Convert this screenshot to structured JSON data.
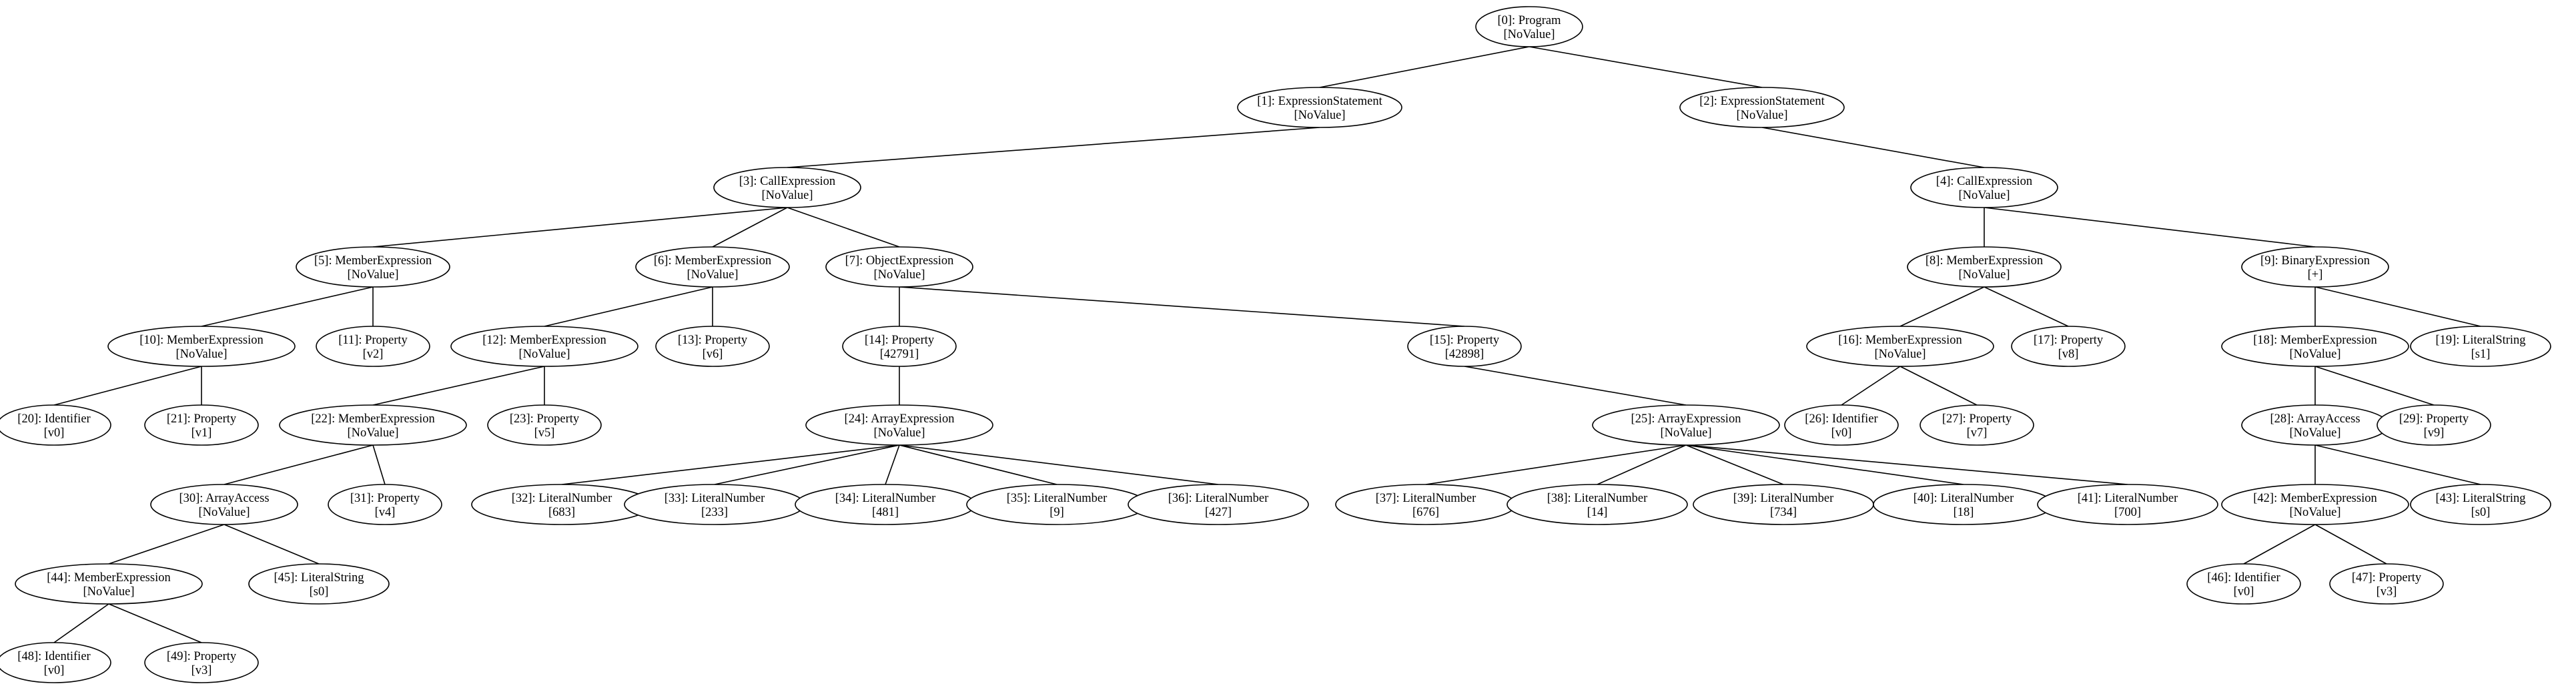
{
  "tree": {
    "nodes": [
      {
        "id": 0,
        "type": "Program",
        "value": "NoValue"
      },
      {
        "id": 1,
        "type": "ExpressionStatement",
        "value": "NoValue"
      },
      {
        "id": 2,
        "type": "ExpressionStatement",
        "value": "NoValue"
      },
      {
        "id": 3,
        "type": "CallExpression",
        "value": "NoValue"
      },
      {
        "id": 4,
        "type": "CallExpression",
        "value": "NoValue"
      },
      {
        "id": 5,
        "type": "MemberExpression",
        "value": "NoValue"
      },
      {
        "id": 6,
        "type": "MemberExpression",
        "value": "NoValue"
      },
      {
        "id": 7,
        "type": "ObjectExpression",
        "value": "NoValue"
      },
      {
        "id": 8,
        "type": "MemberExpression",
        "value": "NoValue"
      },
      {
        "id": 9,
        "type": "BinaryExpression",
        "value": "+"
      },
      {
        "id": 10,
        "type": "MemberExpression",
        "value": "NoValue"
      },
      {
        "id": 11,
        "type": "Property",
        "value": "v2"
      },
      {
        "id": 12,
        "type": "MemberExpression",
        "value": "NoValue"
      },
      {
        "id": 13,
        "type": "Property",
        "value": "v6"
      },
      {
        "id": 14,
        "type": "Property",
        "value": "42791"
      },
      {
        "id": 15,
        "type": "Property",
        "value": "42898"
      },
      {
        "id": 16,
        "type": "MemberExpression",
        "value": "NoValue"
      },
      {
        "id": 17,
        "type": "Property",
        "value": "v8"
      },
      {
        "id": 18,
        "type": "MemberExpression",
        "value": "NoValue"
      },
      {
        "id": 19,
        "type": "LiteralString",
        "value": "s1"
      },
      {
        "id": 20,
        "type": "Identifier",
        "value": "v0"
      },
      {
        "id": 21,
        "type": "Property",
        "value": "v1"
      },
      {
        "id": 22,
        "type": "MemberExpression",
        "value": "NoValue"
      },
      {
        "id": 23,
        "type": "Property",
        "value": "v5"
      },
      {
        "id": 24,
        "type": "ArrayExpression",
        "value": "NoValue"
      },
      {
        "id": 25,
        "type": "ArrayExpression",
        "value": "NoValue"
      },
      {
        "id": 26,
        "type": "Identifier",
        "value": "v0"
      },
      {
        "id": 27,
        "type": "Property",
        "value": "v7"
      },
      {
        "id": 28,
        "type": "ArrayAccess",
        "value": "NoValue"
      },
      {
        "id": 29,
        "type": "Property",
        "value": "v9"
      },
      {
        "id": 30,
        "type": "ArrayAccess",
        "value": "NoValue"
      },
      {
        "id": 31,
        "type": "Property",
        "value": "v4"
      },
      {
        "id": 32,
        "type": "LiteralNumber",
        "value": "683"
      },
      {
        "id": 33,
        "type": "LiteralNumber",
        "value": "233"
      },
      {
        "id": 34,
        "type": "LiteralNumber",
        "value": "481"
      },
      {
        "id": 35,
        "type": "LiteralNumber",
        "value": "9"
      },
      {
        "id": 36,
        "type": "LiteralNumber",
        "value": "427"
      },
      {
        "id": 37,
        "type": "LiteralNumber",
        "value": "676"
      },
      {
        "id": 38,
        "type": "LiteralNumber",
        "value": "14"
      },
      {
        "id": 39,
        "type": "LiteralNumber",
        "value": "734"
      },
      {
        "id": 40,
        "type": "LiteralNumber",
        "value": "18"
      },
      {
        "id": 41,
        "type": "LiteralNumber",
        "value": "700"
      },
      {
        "id": 42,
        "type": "MemberExpression",
        "value": "NoValue"
      },
      {
        "id": 43,
        "type": "LiteralString",
        "value": "s0"
      },
      {
        "id": 44,
        "type": "MemberExpression",
        "value": "NoValue"
      },
      {
        "id": 45,
        "type": "LiteralString",
        "value": "s0"
      },
      {
        "id": 46,
        "type": "Identifier",
        "value": "v0"
      },
      {
        "id": 47,
        "type": "Property",
        "value": "v3"
      },
      {
        "id": 48,
        "type": "Identifier",
        "value": "v0"
      },
      {
        "id": 49,
        "type": "Property",
        "value": "v3"
      }
    ],
    "edges": [
      [
        0,
        1
      ],
      [
        0,
        2
      ],
      [
        1,
        3
      ],
      [
        2,
        4
      ],
      [
        3,
        5
      ],
      [
        3,
        6
      ],
      [
        3,
        7
      ],
      [
        4,
        8
      ],
      [
        4,
        9
      ],
      [
        5,
        10
      ],
      [
        5,
        11
      ],
      [
        6,
        12
      ],
      [
        6,
        13
      ],
      [
        7,
        14
      ],
      [
        7,
        15
      ],
      [
        8,
        16
      ],
      [
        8,
        17
      ],
      [
        9,
        18
      ],
      [
        9,
        19
      ],
      [
        10,
        20
      ],
      [
        10,
        21
      ],
      [
        12,
        22
      ],
      [
        12,
        23
      ],
      [
        14,
        24
      ],
      [
        15,
        25
      ],
      [
        16,
        26
      ],
      [
        16,
        27
      ],
      [
        18,
        28
      ],
      [
        18,
        29
      ],
      [
        22,
        30
      ],
      [
        22,
        31
      ],
      [
        24,
        32
      ],
      [
        24,
        33
      ],
      [
        24,
        34
      ],
      [
        24,
        35
      ],
      [
        24,
        36
      ],
      [
        25,
        37
      ],
      [
        25,
        38
      ],
      [
        25,
        39
      ],
      [
        25,
        40
      ],
      [
        25,
        41
      ],
      [
        28,
        42
      ],
      [
        28,
        43
      ],
      [
        30,
        44
      ],
      [
        30,
        45
      ],
      [
        42,
        46
      ],
      [
        42,
        47
      ],
      [
        44,
        48
      ],
      [
        44,
        49
      ]
    ]
  }
}
